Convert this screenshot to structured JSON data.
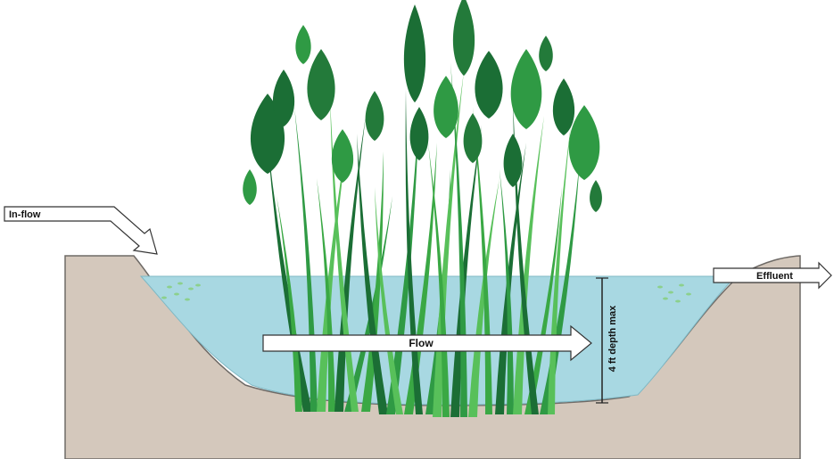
{
  "labels": {
    "inflow": "In-flow",
    "effluent": "Effluent",
    "flow": "Flow",
    "depth": "4 ft depth max"
  },
  "colors": {
    "soil": "#d4c8bc",
    "soil_edge": "#6e6a66",
    "water": "#a8d8e2",
    "algae": "#8cd08c",
    "arrow_fill": "#ffffff",
    "arrow_stroke": "#333333",
    "leaf_dark": "#1b6e35",
    "leaf_mid": "#2f9a44",
    "leaf_light": "#58c05a",
    "stem": "#3aa844"
  },
  "icons": {
    "inflow_arrow": "bent-arrow-icon",
    "effluent_arrow": "right-arrow-icon",
    "flow_arrow": "right-arrow-icon"
  }
}
